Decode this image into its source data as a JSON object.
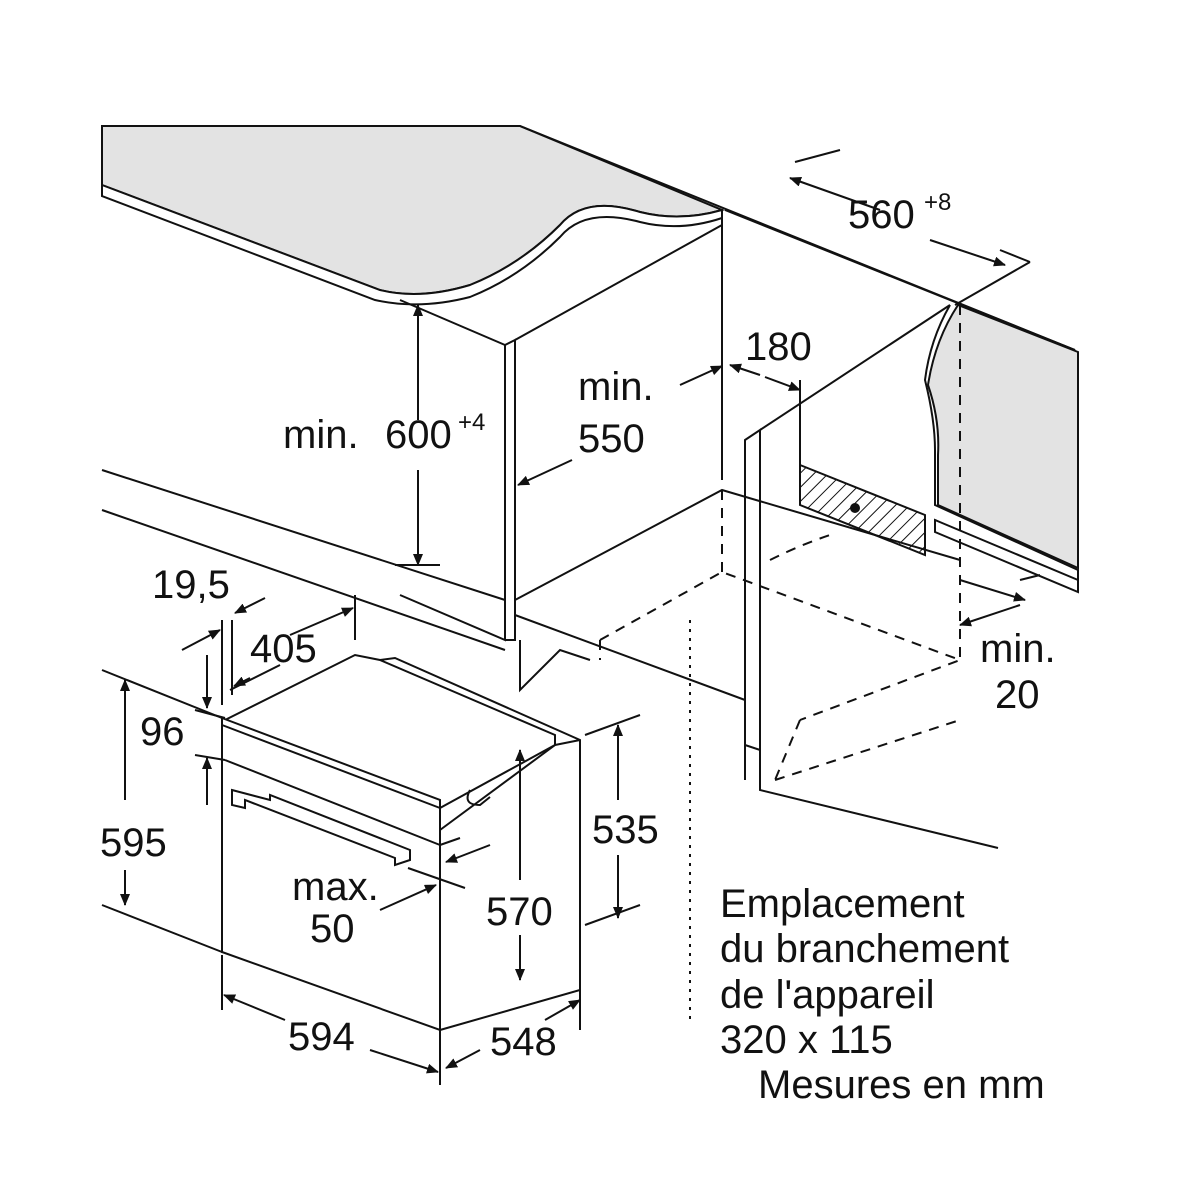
{
  "colors": {
    "line": "#111111",
    "surface": "#e3e3e3",
    "background": "#ffffff"
  },
  "dimensions": {
    "cabinet_width": {
      "value": "560",
      "tolerance": "+8"
    },
    "min_height": {
      "prefix": "min.",
      "value": "600",
      "tolerance": "+4"
    },
    "min_depth": {
      "line1": "min.",
      "line2": "550"
    },
    "vent_depth": "180",
    "rear_gap": {
      "line1": "min.",
      "line2": "20"
    },
    "front_panel": "19,5",
    "top_depth": "405",
    "panel_height": "96",
    "oven_height": "595",
    "handle_depth": {
      "line1": "max.",
      "line2": "50"
    },
    "body_height": "570",
    "side_height": "535",
    "oven_width": "594",
    "oven_depth": "548"
  },
  "notes": {
    "connection_line1": "Emplacement",
    "connection_line2": "du branchement",
    "connection_line3": "de l'appareil",
    "connection_size": "320 x 115",
    "units": "Mesures en mm"
  }
}
